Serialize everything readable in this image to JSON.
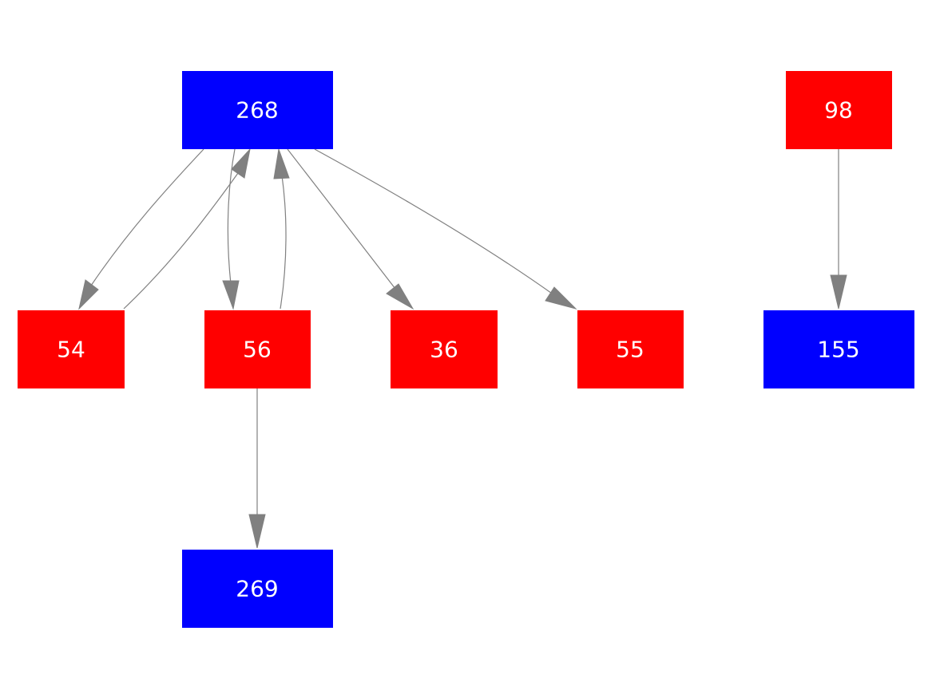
{
  "colors": {
    "blue_node": "#0000ff",
    "red_node": "#ff0000",
    "edge": "#808080",
    "label": "#ffffff",
    "background": "#ffffff"
  },
  "nodes": [
    {
      "id": "268",
      "label": "268",
      "color": "blue"
    },
    {
      "id": "98",
      "label": "98",
      "color": "red"
    },
    {
      "id": "54",
      "label": "54",
      "color": "red"
    },
    {
      "id": "56",
      "label": "56",
      "color": "red"
    },
    {
      "id": "36",
      "label": "36",
      "color": "red"
    },
    {
      "id": "55",
      "label": "55",
      "color": "red"
    },
    {
      "id": "155",
      "label": "155",
      "color": "blue"
    },
    {
      "id": "269",
      "label": "269",
      "color": "blue"
    }
  ],
  "edges": [
    {
      "from": "268",
      "to": "54"
    },
    {
      "from": "54",
      "to": "268"
    },
    {
      "from": "268",
      "to": "56"
    },
    {
      "from": "56",
      "to": "268"
    },
    {
      "from": "268",
      "to": "36"
    },
    {
      "from": "268",
      "to": "55"
    },
    {
      "from": "98",
      "to": "155"
    },
    {
      "from": "56",
      "to": "269"
    }
  ]
}
